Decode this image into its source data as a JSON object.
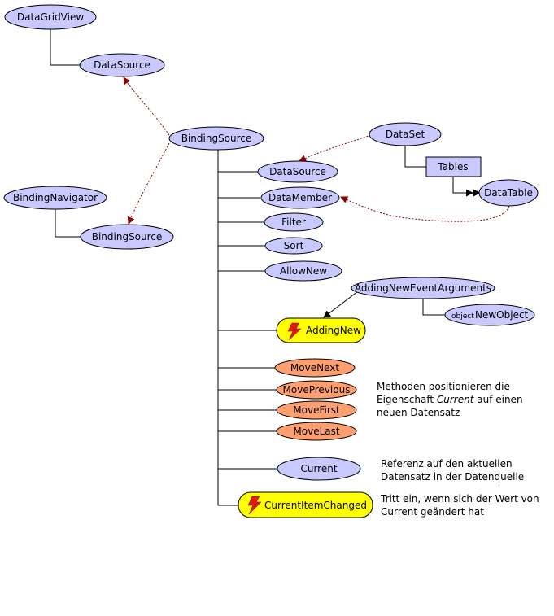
{
  "colors": {
    "property": "#c9c9ff",
    "event": "#ffff00",
    "method": "#ff9f6f",
    "reference_arrow": "#8b0000",
    "line": "#000000"
  },
  "nodes": {
    "datagridview": "DataGridView",
    "datasource_top": "DataSource",
    "bindingsource_main": "BindingSource",
    "dataset": "DataSet",
    "tables": "Tables",
    "datatable": "DataTable",
    "bindingnavigator": "BindingNavigator",
    "bindingsource_nav": "BindingSource",
    "datasource": "DataSource",
    "datamember": "DataMember",
    "filter": "Filter",
    "sort": "Sort",
    "allownew": "AllowNew",
    "addingneweventarguments": "AddingNewEventArguments",
    "newobject_prefix": "object",
    "newobject": "NewObject",
    "addingnew": "AddingNew",
    "movenext": "MoveNext",
    "moveprevious": "MovePrevious",
    "movefirst": "MoveFirst",
    "movelast": "MoveLast",
    "current": "Current",
    "currentitemchanged": "CurrentItemChanged"
  },
  "notes": {
    "move_line1": "Methoden positionieren die",
    "move_line2_pre": "Eigenschaft ",
    "move_line2_em": "Current",
    "move_line2_post": " auf einen",
    "move_line3": "neuen Datensatz",
    "current_line1": "Referenz auf den aktuellen",
    "current_line2": "Datensatz in der Datenquelle",
    "changed_line1": "Tritt ein, wenn sich der Wert von",
    "changed_line2": "Current geändert hat"
  }
}
